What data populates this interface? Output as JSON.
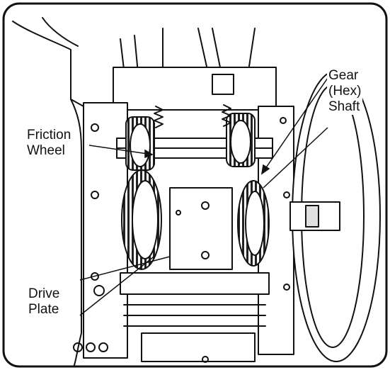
{
  "labels": {
    "friction_line1": "Friction",
    "friction_line2": "Wheel",
    "gear_line1": "Gear",
    "gear_line2": "(Hex)",
    "gear_line3": "Shaft",
    "drive_line1": "Drive",
    "drive_line2": "Plate"
  },
  "colors": {
    "ink": "#111111",
    "paper": "#ffffff",
    "shade": "#d9d9d9"
  }
}
